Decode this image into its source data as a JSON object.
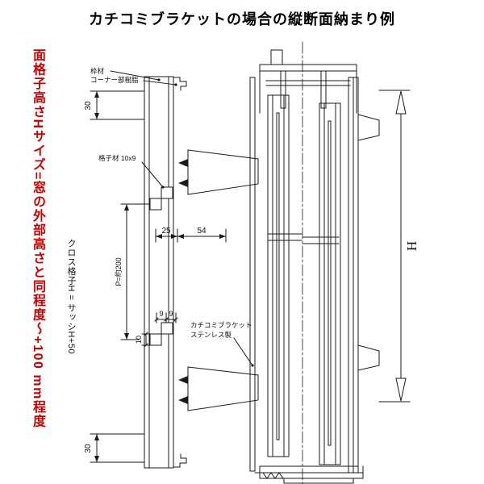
{
  "title": "カチコミブラケットの場合の縦断面納まり例",
  "notes": {
    "grille_height_note": "面格子高さHサイズ=窓の外部高さと同程度〜+100 mm程度",
    "cross_lattice_note": "クロス格子H = サッシH+50"
  },
  "labels": {
    "frame_material": "枠材",
    "corner_resin": "コーナー部樹脂",
    "lattice_material": "格子材 10x9",
    "bracket_name": "カチコミブラケット",
    "bracket_material": "ステンレス製"
  },
  "dimensions": {
    "top_margin": "30",
    "bottom_margin": "30",
    "grille_depth": "25",
    "clearance": "54",
    "pitch": "P=約200",
    "lattice_w1": "9",
    "lattice_w2": "9",
    "lattice_h": "10",
    "window_height": "H"
  },
  "colors": {
    "note_red": "#cc0000",
    "line_color": "#1a1a1a"
  }
}
